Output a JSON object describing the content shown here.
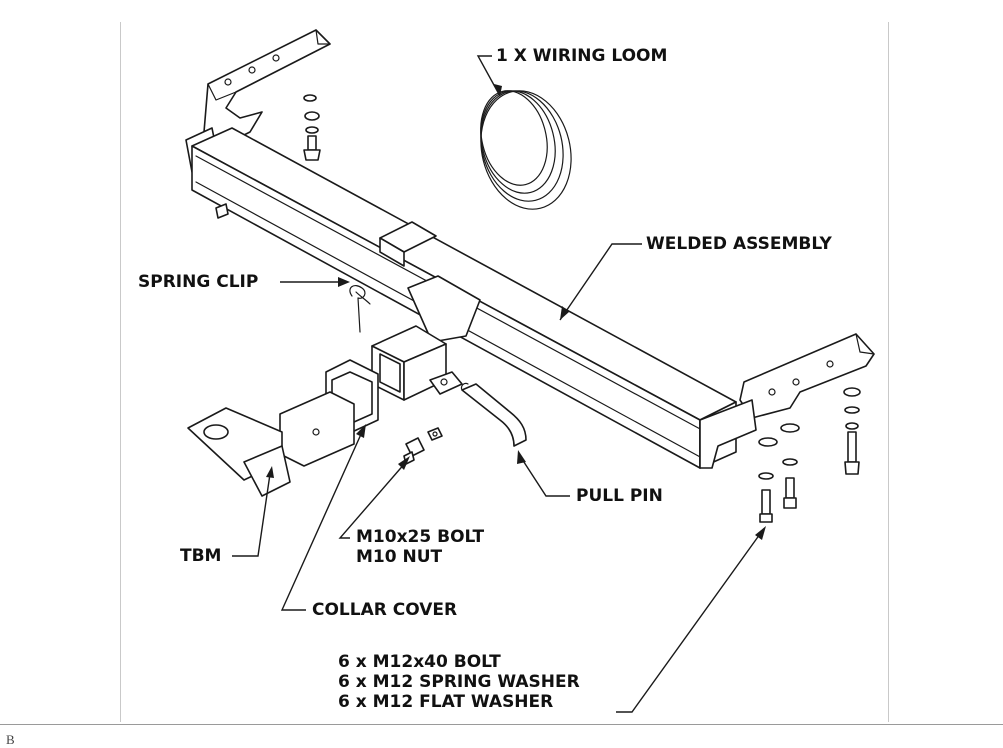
{
  "labels": {
    "wiring_loom": "1 X WIRING LOOM",
    "welded_assembly": "WELDED ASSEMBLY",
    "spring_clip": "SPRING CLIP",
    "pull_pin": "PULL PIN",
    "bolt_m10": "M10x25 BOLT",
    "nut_m10": "M10 NUT",
    "tbm": "TBM",
    "collar_cover": "COLLAR COVER",
    "bolt_m12": "6 x M12x40 BOLT",
    "spring_washer_m12": "6 x M12 SPRING WASHER",
    "flat_washer_m12": "6 x M12 FLAT WASHER"
  },
  "footer_mark": "B"
}
